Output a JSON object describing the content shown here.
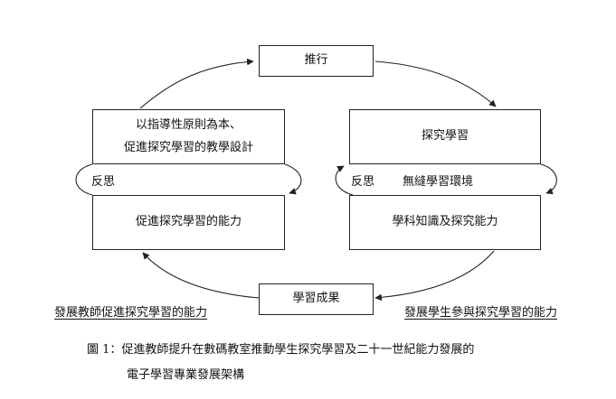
{
  "nodes": {
    "top": "推行",
    "bottom": "學習成果",
    "left_top_line1": "以指導性原則為本、",
    "left_top_line2": "促進探究學習的教學設計",
    "left_bottom": "促進探究學習的能力",
    "right_top": "探究學習",
    "right_bottom": "學科知識及探究能力"
  },
  "loops": {
    "left_label": "反思",
    "right_label": "反思",
    "right_middle": "無縫學習環境"
  },
  "outcomes": {
    "left": "發展教師促進探究學習的能力",
    "right": "發展學生參與探究學習的能力"
  },
  "caption": {
    "line1": "圖 1：促進教師提升在數碼教室推動學生探究學習及二十一世紀能力發展的",
    "line2": "電子學習專業發展架構"
  }
}
